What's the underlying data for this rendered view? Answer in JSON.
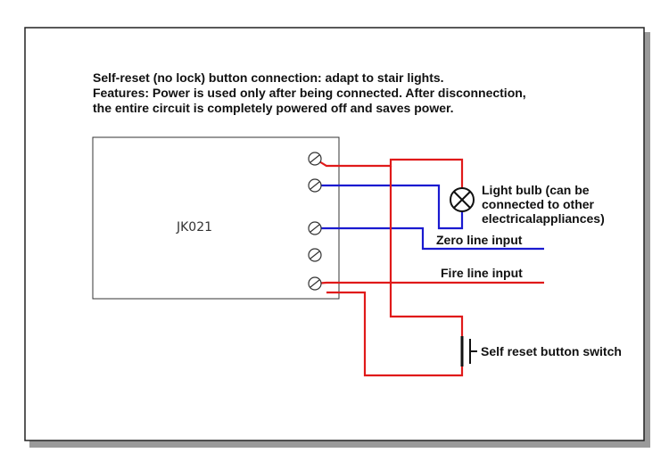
{
  "header": {
    "line1": "Self-reset (no lock) button connection: adapt to stair lights.",
    "line2": "Features: Power is used only after being connected. After disconnection,",
    "line3": "the entire circuit is completely powered off and saves power."
  },
  "module": {
    "label": "JK021"
  },
  "labels": {
    "bulb_line1": "Light bulb (can be",
    "bulb_line2": "connected to other",
    "bulb_line3": "electricalappliances)",
    "zero_line": "Zero line input",
    "fire_line": "Fire line input",
    "switch": "Self reset button switch"
  },
  "colors": {
    "live_wire": "#e01a1a",
    "neutral_wire": "#1a1ad0",
    "frame": "#222222"
  }
}
